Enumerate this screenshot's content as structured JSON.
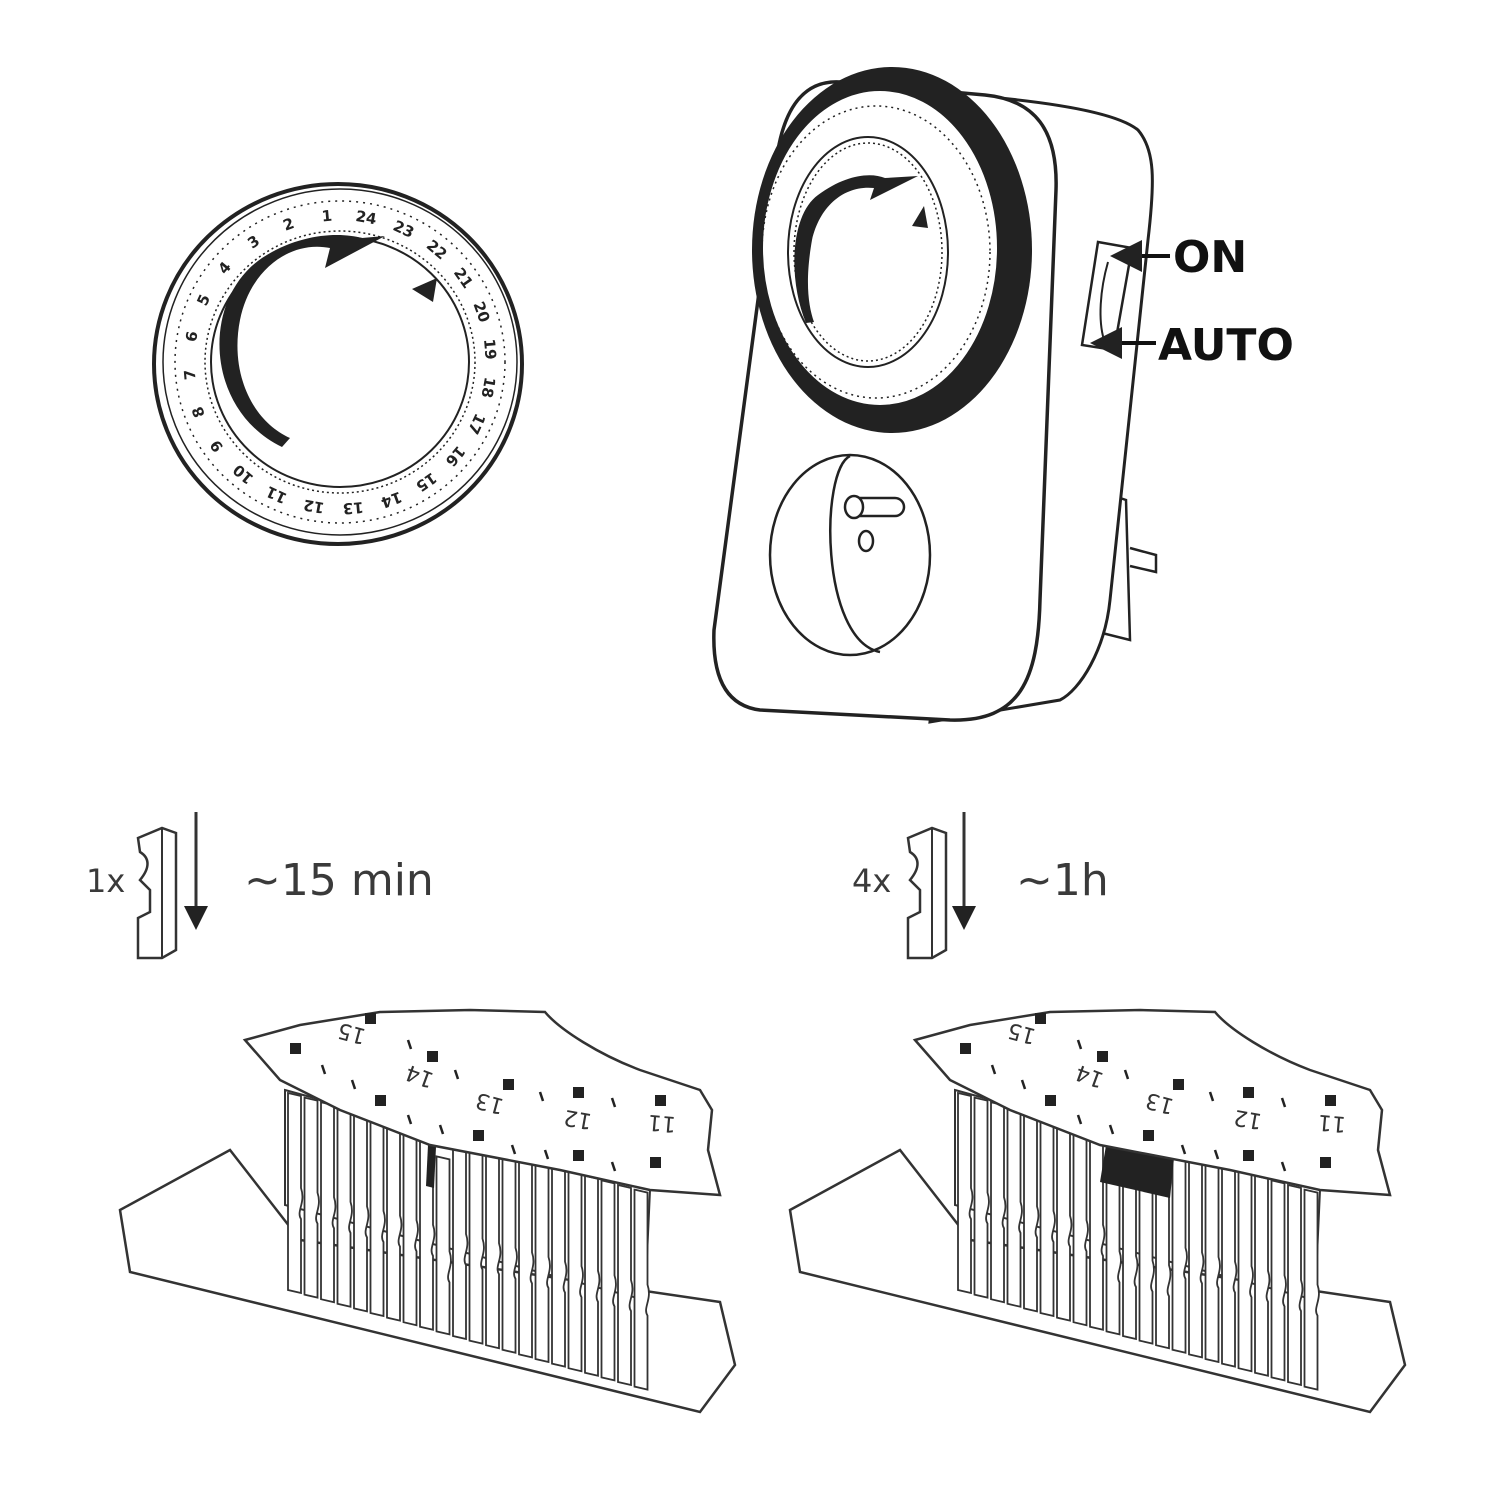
{
  "dial": {
    "hour_numbers": [
      "24",
      "1",
      "2",
      "3",
      "4",
      "5",
      "6",
      "7",
      "8",
      "9",
      "10",
      "11",
      "12",
      "13",
      "14",
      "15",
      "16",
      "17",
      "18",
      "19",
      "20",
      "21",
      "22",
      "23"
    ]
  },
  "switch": {
    "on_label": "ON",
    "auto_label": "AUTO"
  },
  "segments": [
    {
      "count": "1x",
      "duration": "~15 min",
      "numbers": [
        "15",
        "14",
        "13",
        "12",
        "11"
      ]
    },
    {
      "count": "4x",
      "duration": "~1h",
      "numbers": [
        "15",
        "14",
        "13",
        "12",
        "11"
      ]
    }
  ]
}
